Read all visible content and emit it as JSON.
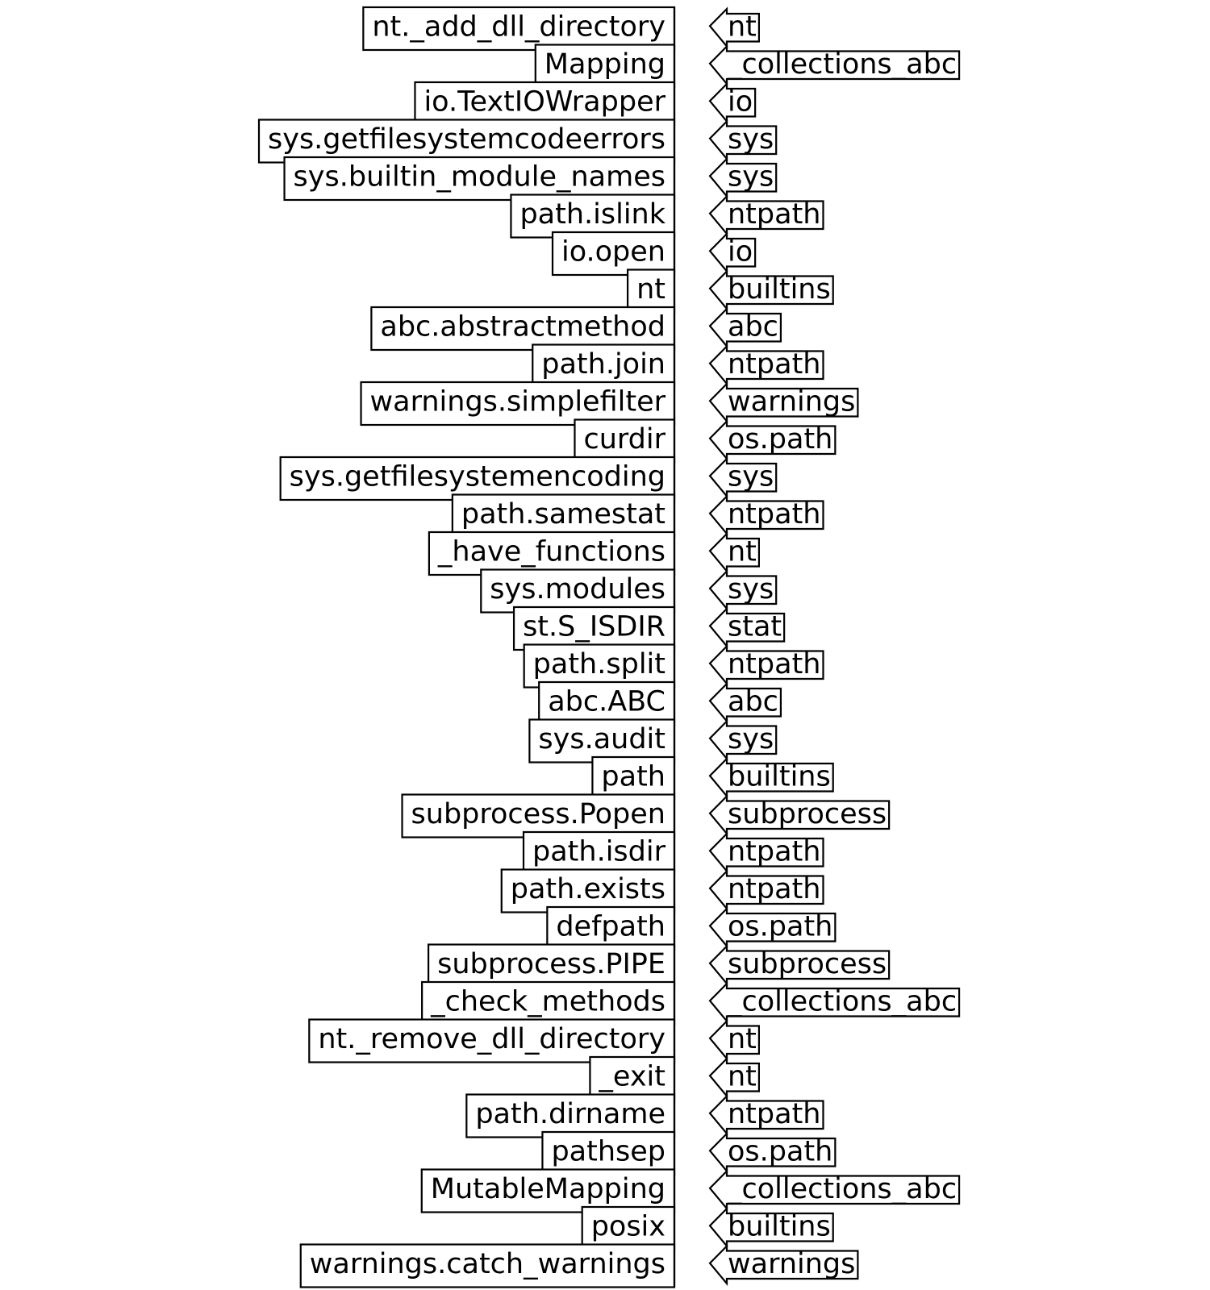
{
  "mappings": [
    {
      "name": "nt._add_dll_directory",
      "module": "nt"
    },
    {
      "name": "Mapping",
      "module": "_collections_abc"
    },
    {
      "name": "io.TextIOWrapper",
      "module": "io"
    },
    {
      "name": "sys.getfilesystemcodeerrors",
      "module": "sys"
    },
    {
      "name": "sys.builtin_module_names",
      "module": "sys"
    },
    {
      "name": "path.islink",
      "module": "ntpath"
    },
    {
      "name": "io.open",
      "module": "io"
    },
    {
      "name": "nt",
      "module": "builtins"
    },
    {
      "name": "abc.abstractmethod",
      "module": "abc"
    },
    {
      "name": "path.join",
      "module": "ntpath"
    },
    {
      "name": "warnings.simplefilter",
      "module": "warnings"
    },
    {
      "name": "curdir",
      "module": "os.path"
    },
    {
      "name": "sys.getfilesystemencoding",
      "module": "sys"
    },
    {
      "name": "path.samestat",
      "module": "ntpath"
    },
    {
      "name": "_have_functions",
      "module": "nt"
    },
    {
      "name": "sys.modules",
      "module": "sys"
    },
    {
      "name": "st.S_ISDIR",
      "module": "stat"
    },
    {
      "name": "path.split",
      "module": "ntpath"
    },
    {
      "name": "abc.ABC",
      "module": "abc"
    },
    {
      "name": "sys.audit",
      "module": "sys"
    },
    {
      "name": "path",
      "module": "builtins"
    },
    {
      "name": "subprocess.Popen",
      "module": "subprocess"
    },
    {
      "name": "path.isdir",
      "module": "ntpath"
    },
    {
      "name": "path.exists",
      "module": "ntpath"
    },
    {
      "name": "defpath",
      "module": "os.path"
    },
    {
      "name": "subprocess.PIPE",
      "module": "subprocess"
    },
    {
      "name": "_check_methods",
      "module": "_collections_abc"
    },
    {
      "name": "nt._remove_dll_directory",
      "module": "nt"
    },
    {
      "name": "_exit",
      "module": "nt"
    },
    {
      "name": "path.dirname",
      "module": "ntpath"
    },
    {
      "name": "pathsep",
      "module": "os.path"
    },
    {
      "name": "MutableMapping",
      "module": "_collections_abc"
    },
    {
      "name": "posix",
      "module": "builtins"
    },
    {
      "name": "warnings.catch_warnings",
      "module": "warnings"
    }
  ]
}
